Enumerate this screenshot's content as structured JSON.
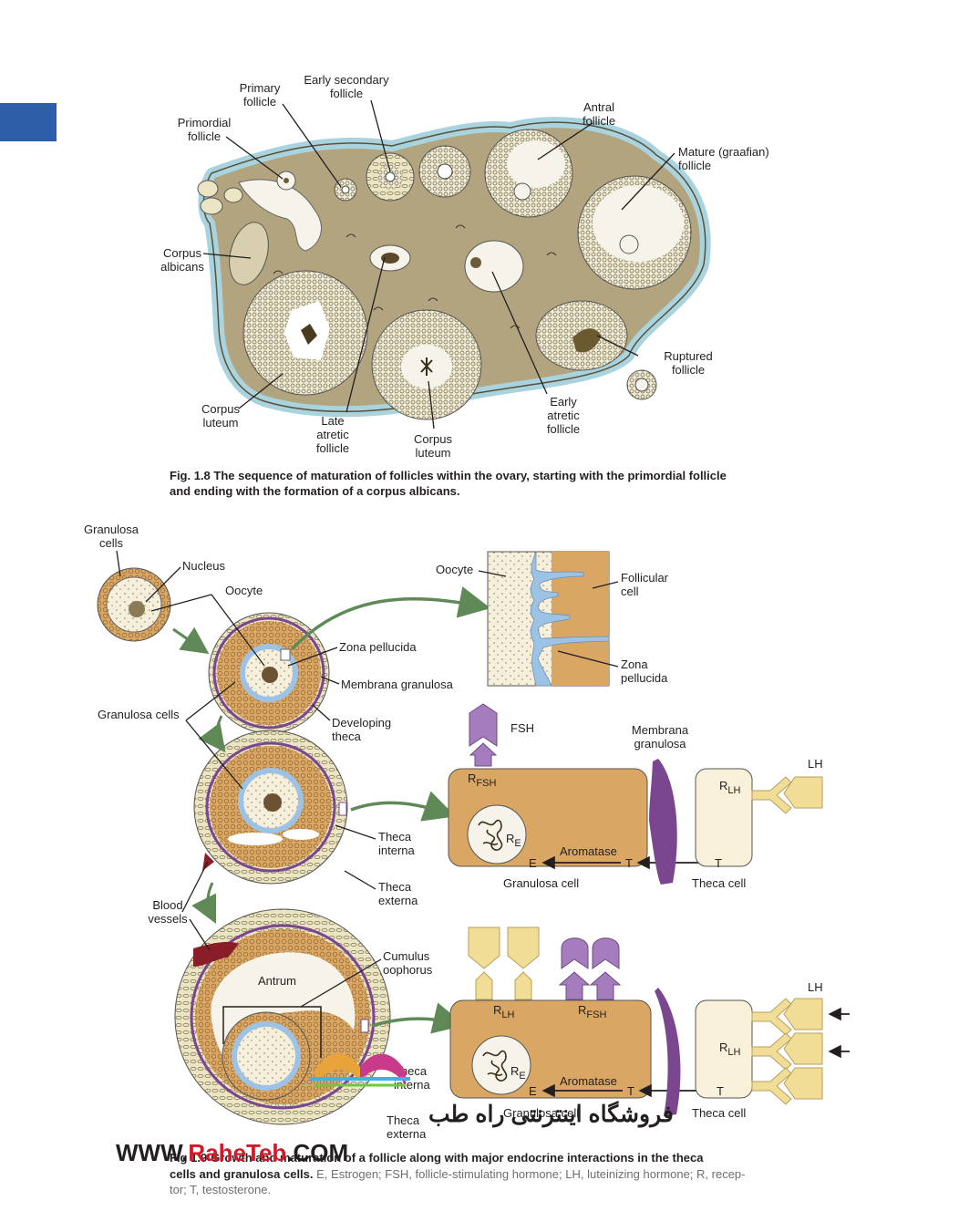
{
  "fig18": {
    "labels": {
      "primary": [
        "Primary",
        "follicle"
      ],
      "early_secondary": [
        "Early secondary",
        "follicle"
      ],
      "antral": [
        "Antral",
        "follicle"
      ],
      "primordial": [
        "Primordial",
        "follicle"
      ],
      "mature": [
        "Mature (graafian)",
        "follicle"
      ],
      "corpus_albicans": [
        "Corpus",
        "albicans"
      ],
      "ruptured": [
        "Ruptured",
        "follicle"
      ],
      "early_atretic": [
        "Early",
        "atretic",
        "follicle"
      ],
      "corpus_luteum_left": [
        "Corpus",
        "luteum"
      ],
      "late_atretic": [
        "Late",
        "atretic",
        "follicle"
      ],
      "corpus_luteum_center": [
        "Corpus",
        "luteum"
      ]
    },
    "caption_line1": "Fig. 1.8  The sequence of maturation of follicles within the ovary, starting with the primordial follicle",
    "caption_line2": "and ending with the formation of a corpus albicans."
  },
  "fig19": {
    "labels": {
      "granulosa_cells_top": [
        "Granulosa",
        "cells"
      ],
      "nucleus": "Nucleus",
      "oocyte": "Oocyte",
      "zona_pellucida": "Zona pellucida",
      "membrana_granulosa": "Membrana granulosa",
      "granulosa_cells": "Granulosa cells",
      "developing_theca": [
        "Developing",
        "theca"
      ],
      "theca_interna": [
        "Theca",
        "interna"
      ],
      "theca_externa": [
        "Theca",
        "externa"
      ],
      "blood_vessels": [
        "Blood",
        "vessels"
      ],
      "cumulus_oophorus": [
        "Cumulus",
        "oophorus"
      ],
      "antrum": "Antrum",
      "theca_interna_2": [
        "Theca",
        "interna"
      ],
      "theca_externa_2": [
        "Theca",
        "externa"
      ],
      "inset_oocyte": "Oocyte",
      "inset_follicular_cell": [
        "Follicular",
        "cell"
      ],
      "inset_zona": [
        "Zona",
        "pellucida"
      ]
    },
    "panel1": {
      "fsh": "FSH",
      "membrana": [
        "Membrana",
        "granulosa"
      ],
      "lh": "LH",
      "r_fsh_main": "R",
      "r_fsh_sub": "FSH",
      "r_lh_main": "R",
      "r_lh_sub": "LH",
      "r_e_main": "R",
      "r_e_sub": "E",
      "aromatase": "Aromatase",
      "e": "E",
      "t_left": "T",
      "t_right": "T",
      "granulosa_cell": "Granulosa cell",
      "theca_cell": "Theca cell"
    },
    "panel2": {
      "lh": "LH",
      "r_lh_top_main": "R",
      "r_lh_top_sub": "LH",
      "r_fsh_main": "R",
      "r_fsh_sub": "FSH",
      "r_lh_main": "R",
      "r_lh_sub": "LH",
      "r_e_main": "R",
      "r_e_sub": "E",
      "aromatase": "Aromatase",
      "e": "E",
      "t_left": "T",
      "t_right": "T",
      "granulosa_cell": "Granulosa cell",
      "theca_cell": "Theca cell"
    },
    "caption_prefix": "Fig 1.9",
    "caption_line1": "Growth and maturation of a follicle along with major endocrine interactions in the theca",
    "caption_line2_bold": "cells and granulosa cells.",
    "caption_line2_rest": " E, Estrogen; FSH, follicle-stimulating hormone; LH, luteinizing hormone; R, recep-",
    "caption_line3": "tor; T, testosterone."
  },
  "watermark": {
    "persian": "فروشگاه اینترنتی راه طب",
    "site_prefix": "WWW.",
    "site_brand": "RaheTeb",
    "site_suffix": ".COM"
  },
  "colors": {
    "tab": "#2e5ea8",
    "ovary": "#b2a47e",
    "ovary_edge": "#a9d4df",
    "granulosa": "#d9a763",
    "theca_cell": "#f8f0d8",
    "membrana": "#7a4690",
    "lh_receptor": "#f2dd97",
    "fsh_receptor": "#a57cbd",
    "zona": "#9cc3e6",
    "arrow_green": "#5f8a58",
    "blood": "#8a1e28",
    "watermark_red": "#d3182a"
  }
}
